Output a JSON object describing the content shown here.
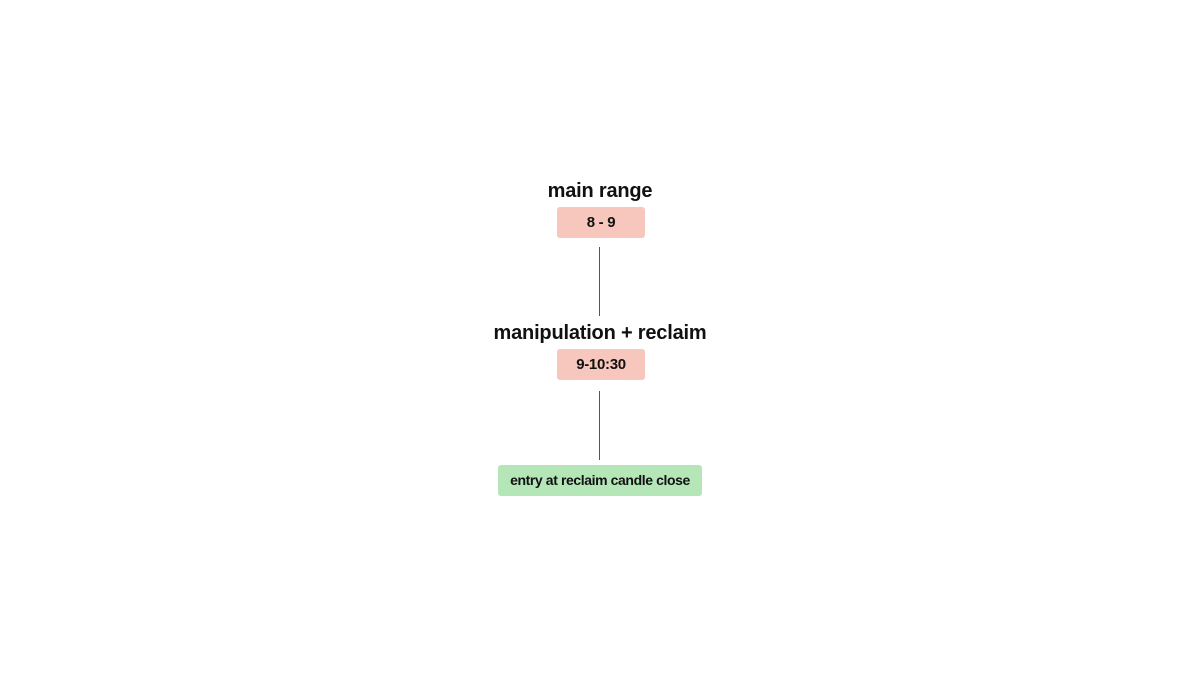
{
  "colors": {
    "range_fill": "#f7c6bc",
    "entry_fill": "#b5e6b8",
    "connector": "#555555",
    "text": "#111111"
  },
  "nodes": [
    {
      "title": "main range",
      "label": "8 - 9"
    },
    {
      "title": "manipulation + reclaim",
      "label": "9-10:30"
    },
    {
      "title": "",
      "label": "entry at reclaim candle close"
    }
  ]
}
